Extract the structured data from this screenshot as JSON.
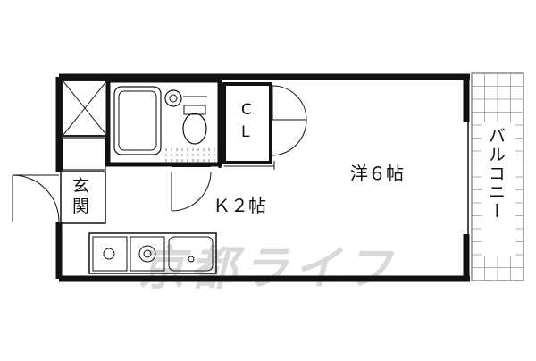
{
  "floor_plan": {
    "rooms": {
      "western_room": "洋６帖",
      "kitchen": "Ｋ２帖",
      "closet_line1": "C",
      "closet_line2": "L",
      "entrance_line1": "玄",
      "entrance_line2": "関",
      "balcony": "バルコニー"
    },
    "watermark": "京都ライフ",
    "colors": {
      "wall": "#111111",
      "line": "#222222",
      "watermark": "#d9d9d9",
      "background": "#ffffff"
    }
  }
}
